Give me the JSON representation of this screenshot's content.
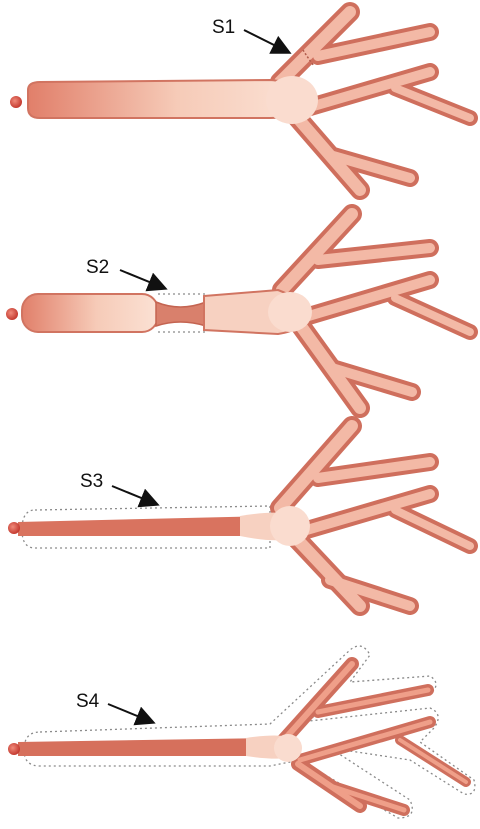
{
  "panels": [
    {
      "label": "S1"
    },
    {
      "label": "S2"
    },
    {
      "label": "S3"
    },
    {
      "label": "S4"
    }
  ],
  "colors": {
    "vessel_dark": "#cc6a5a",
    "vessel_light": "#f8d7c6",
    "vessel_mid": "#e89680",
    "tip": "#d64a3e",
    "dotted_outline": "#8a8a8a",
    "arrow": "#111111"
  }
}
